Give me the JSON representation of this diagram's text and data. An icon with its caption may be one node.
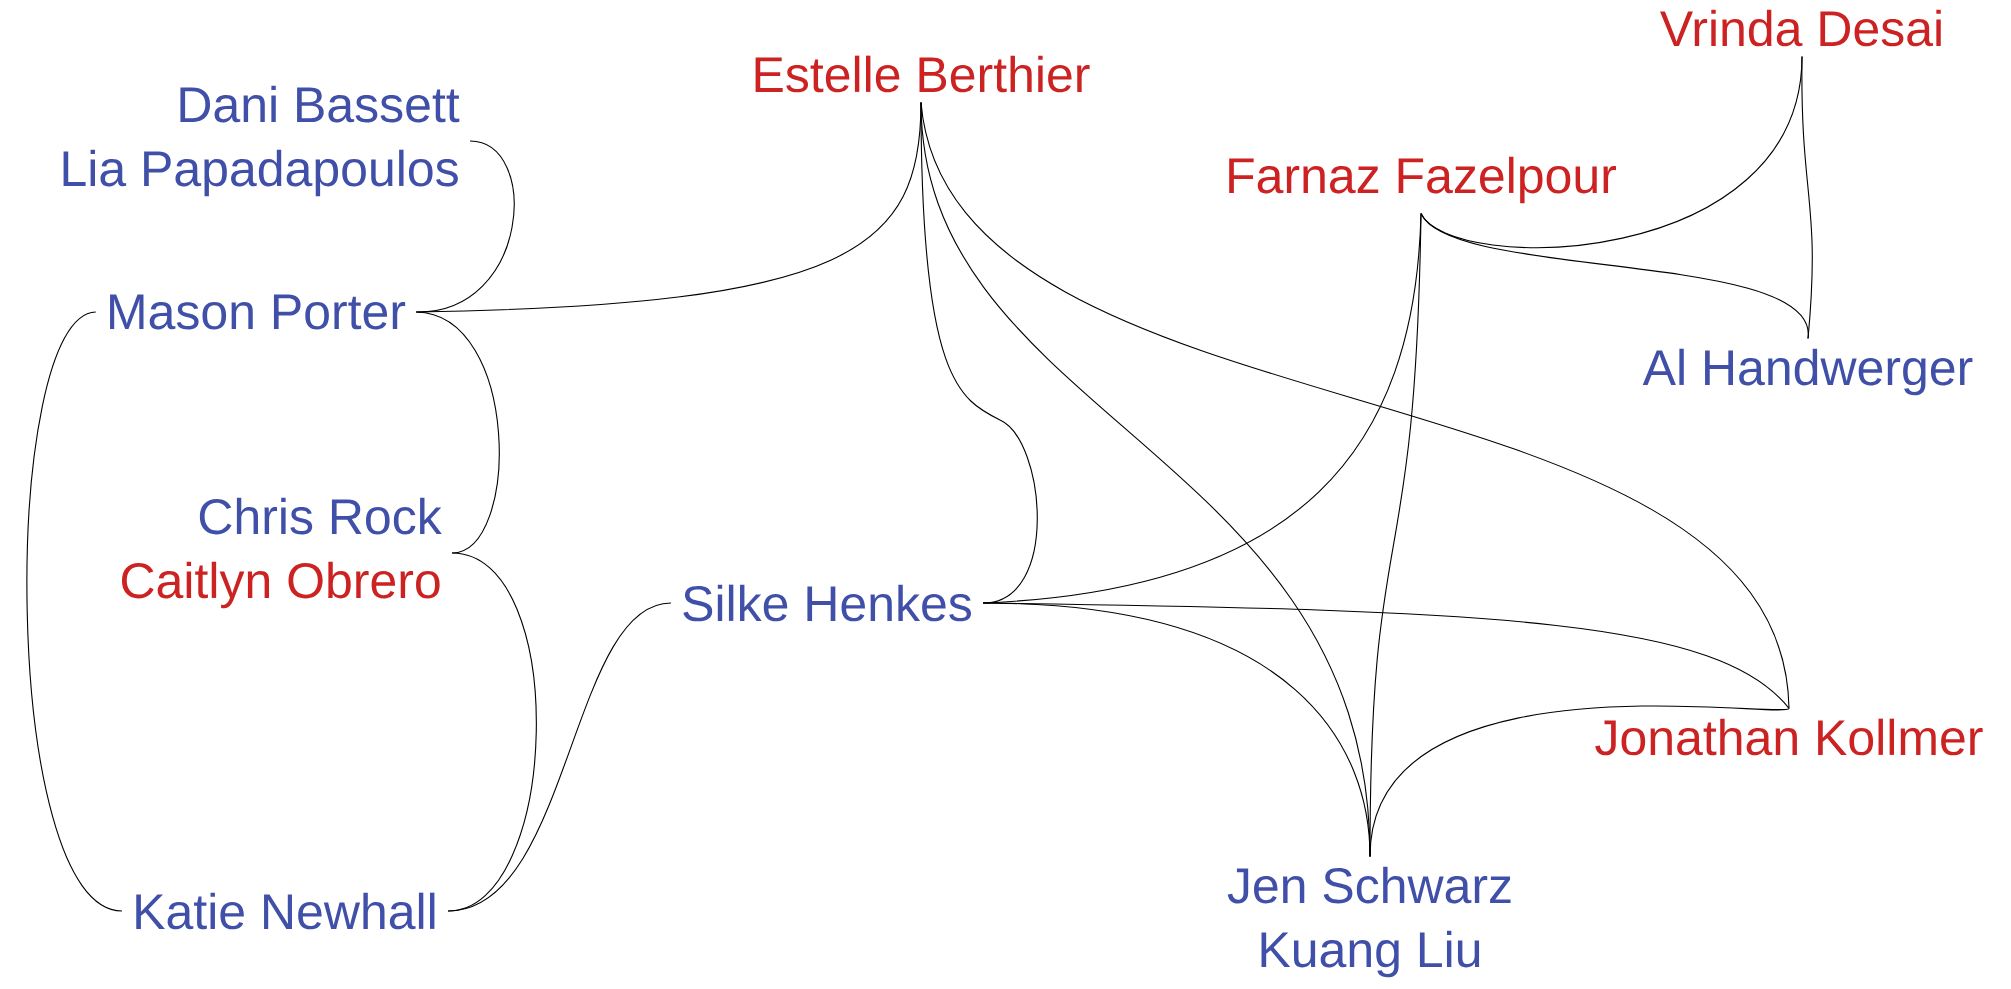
{
  "diagram": {
    "nodes": [
      {
        "text": [
          "Dani Bassett",
          "Lia Papadapoulos"
        ]
      },
      {
        "text": [
          "Estelle Berthier"
        ]
      },
      {
        "text": [
          "Vrinda Desai"
        ]
      },
      {
        "text": [
          "Mason Porter"
        ]
      },
      {
        "text": [
          "Farnaz Fazelpour"
        ]
      },
      {
        "text": [
          "Al Handwerger"
        ]
      },
      {
        "text": [
          "Chris Rock",
          "Caitlyn Obrero"
        ]
      },
      {
        "text": [
          "Silke Henkes"
        ]
      },
      {
        "text": [
          "Jonathan Kollmer"
        ]
      },
      {
        "text": [
          "Katie Newhall"
        ]
      },
      {
        "text": [
          "Jen Schwarz",
          "Kuang Liu"
        ]
      }
    ],
    "edges": [
      {
        "from": 0,
        "to": 3,
        "arrow": "none"
      },
      {
        "from": 3,
        "to": 1,
        "arrow": "none"
      },
      {
        "from": 3,
        "to": 6,
        "arrow": "none"
      },
      {
        "from": 3,
        "to": 9,
        "arrow": "none"
      },
      {
        "from": 6,
        "to": 9,
        "arrow": "none"
      },
      {
        "from": 7,
        "to": 9,
        "arrow": "none"
      },
      {
        "from": 1,
        "to": 7,
        "arrow": "none"
      },
      {
        "from": 1,
        "to": 10,
        "arrow": "none"
      },
      {
        "from": 1,
        "to": 8,
        "arrow": "none"
      },
      {
        "from": 7,
        "to": 4,
        "arrow": "none"
      },
      {
        "from": 7,
        "to": 10,
        "arrow": "none"
      },
      {
        "from": 7,
        "to": 8,
        "arrow": "none"
      },
      {
        "from": 4,
        "to": 2,
        "arrow": "none"
      },
      {
        "from": 4,
        "to": 5,
        "arrow": "none"
      },
      {
        "from": 4,
        "to": 10,
        "arrow": "none"
      },
      {
        "from": 10,
        "to": 8,
        "arrow": "none"
      },
      {
        "from": 2,
        "to": 5,
        "arrow": "none"
      }
    ]
  }
}
